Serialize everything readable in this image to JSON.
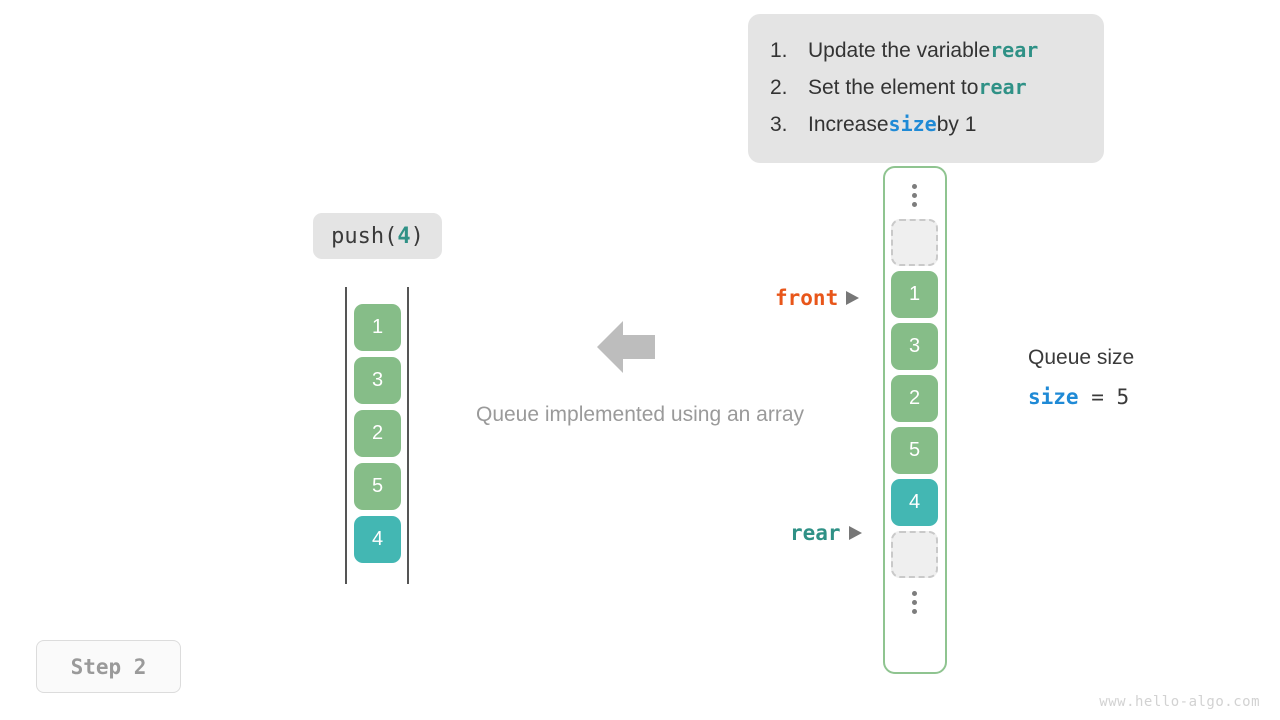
{
  "instructions": {
    "items": [
      {
        "num": "1.",
        "before": "Update the variable ",
        "code": "rear",
        "code_color": "teal",
        "after": ""
      },
      {
        "num": "2.",
        "before": "Set the element to ",
        "code": "rear",
        "code_color": "teal",
        "after": ""
      },
      {
        "num": "3.",
        "before": "Increase ",
        "code": "size",
        "code_color": "blue",
        "after": " by 1"
      }
    ]
  },
  "operation": {
    "name": "push(",
    "arg": "4",
    "close": ")"
  },
  "left_array": {
    "cells": [
      {
        "value": "1",
        "color": "green"
      },
      {
        "value": "3",
        "color": "green"
      },
      {
        "value": "2",
        "color": "green"
      },
      {
        "value": "5",
        "color": "green"
      },
      {
        "value": "4",
        "color": "teal"
      }
    ]
  },
  "center": {
    "caption": "Queue implemented using an array",
    "arrow_direction": "left"
  },
  "right_array": {
    "cells": [
      {
        "type": "dots",
        "value": ""
      },
      {
        "type": "empty",
        "value": ""
      },
      {
        "type": "filled",
        "value": "1",
        "color": "green"
      },
      {
        "type": "filled",
        "value": "3",
        "color": "green"
      },
      {
        "type": "filled",
        "value": "2",
        "color": "green"
      },
      {
        "type": "filled",
        "value": "5",
        "color": "green"
      },
      {
        "type": "filled",
        "value": "4",
        "color": "teal"
      },
      {
        "type": "empty",
        "value": ""
      },
      {
        "type": "dots",
        "value": ""
      }
    ]
  },
  "pointers": {
    "front": "front",
    "rear": "rear"
  },
  "queue_size": {
    "title": "Queue size",
    "var": "size",
    "equals": " = ",
    "value": "5"
  },
  "step": {
    "label": "Step 2"
  },
  "watermark": "www.hello-algo.com",
  "colors": {
    "green": "#86bd88",
    "teal": "#43b7b3",
    "front": "#e8561a",
    "rear": "#2f9186",
    "size": "#1f8ad6",
    "panel_bg": "#e4e4e4",
    "container_border": "#8fc490"
  }
}
